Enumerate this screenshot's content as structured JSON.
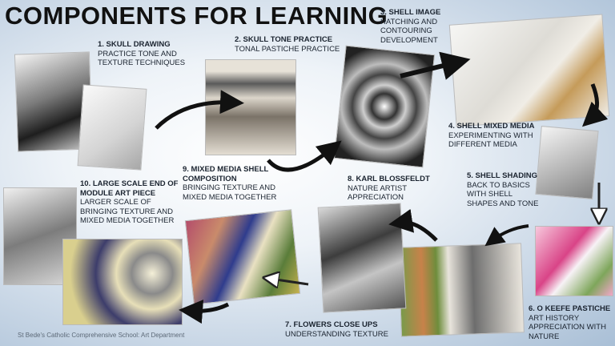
{
  "title": "COMPONENTS FOR LEARNING",
  "steps": [
    {
      "heading": "1. SKULL DRAWING",
      "desc": "PRACTICE TONE AND TEXTURE TECHNIQUES"
    },
    {
      "heading": "2. SKULL TONE PRACTICE",
      "desc": "TONAL PASTICHE PRACTICE"
    },
    {
      "heading": "3. SHELL IMAGE",
      "desc": "HATCHING AND CONTOURING DEVELOPMENT"
    },
    {
      "heading": "4. SHELL MIXED MEDIA",
      "desc": "EXPERIMENTING WITH DIFFERENT MEDIA"
    },
    {
      "heading": "5.  SHELL SHADING",
      "desc": "BACK TO BASICS WITH SHELL SHAPES AND TONE"
    },
    {
      "heading": "6. O KEEFE PASTICHE",
      "desc": "ART HISTORY APPRECIATION WITH NATURE"
    },
    {
      "heading": "7. FLOWERS CLOSE UPS",
      "desc": "UNDERSTANDING TEXTURE"
    },
    {
      "heading": "8. KARL BLOSSFELDT",
      "desc": "NATURE ARTIST APPRECIATION"
    },
    {
      "heading": "9. MIXED MEDIA SHELL COMPOSITION",
      "desc": "BRINGING TEXTURE AND MIXED MEDIA TOGETHER"
    },
    {
      "heading": "10. LARGE SCALE END OF MODULE ART PIECE",
      "desc": "LARGER SCALE OF BRINGING TEXTURE AND MIXED MEDIA TOGETHER"
    }
  ],
  "footer": "St Bede's Catholic Comprehensive School: Art Department"
}
